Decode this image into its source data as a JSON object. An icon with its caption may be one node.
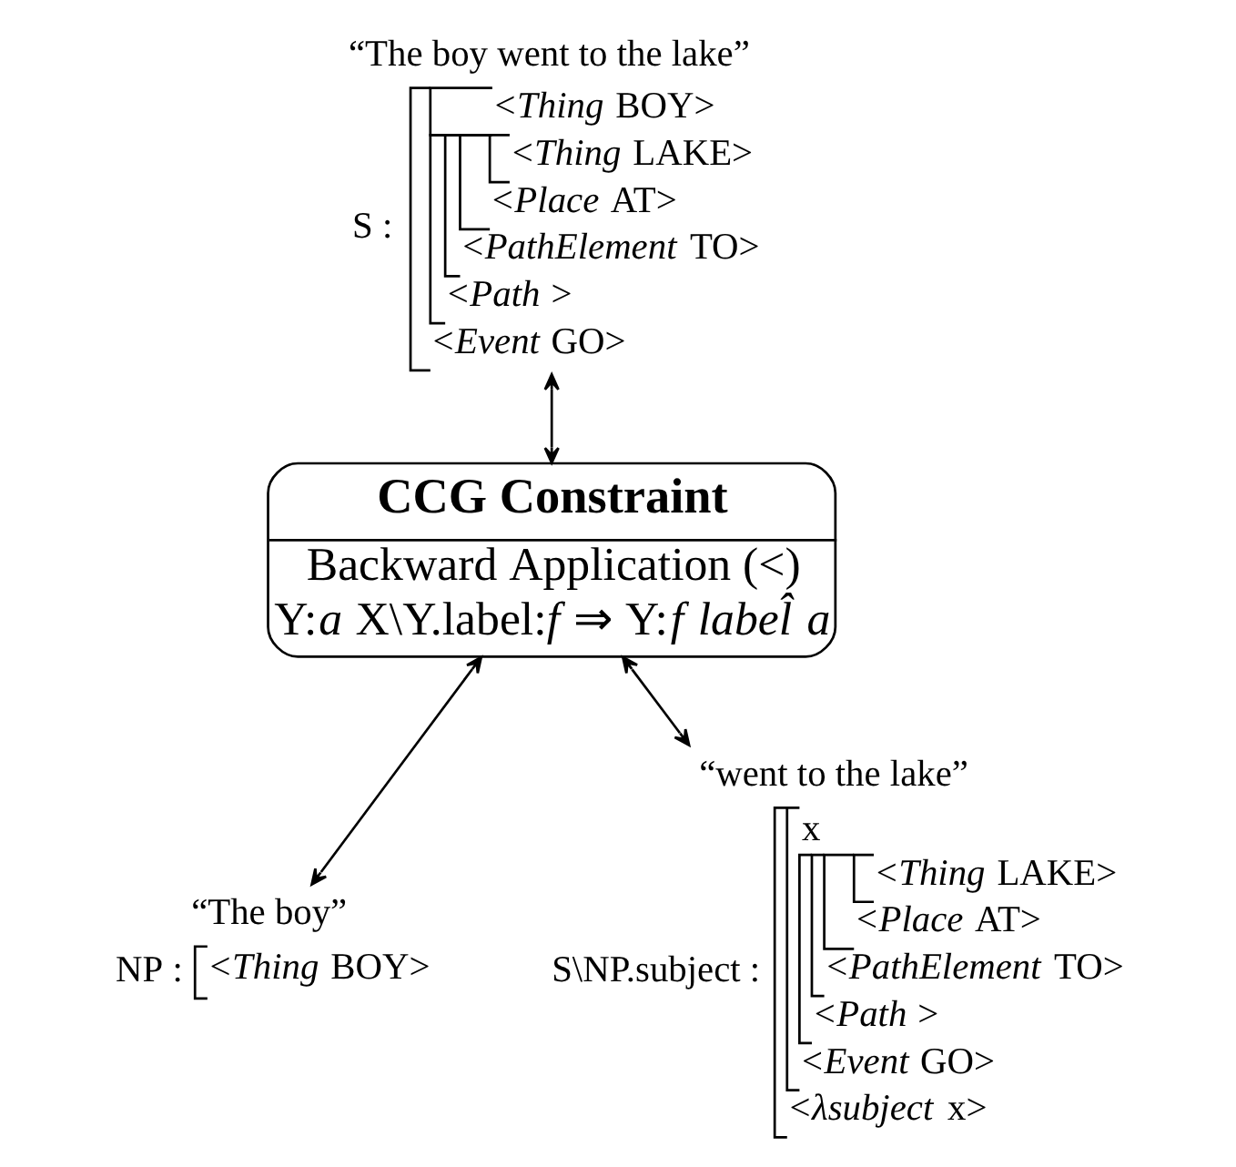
{
  "diagram": {
    "nodes": [
      {
        "text": [
          "“The boy went to the lake”",
          "S :",
          "<*Thing* BOY>",
          "<*Thing* LAKE>",
          "<*Place* AT>",
          "<*PathElement* TO>",
          "<*Path* >",
          "<*Event* GO>"
        ]
      },
      {
        "text": [
          "CCG Constraint",
          "Backward Application (<)",
          "Y:*a* X\\Y.label:*f* ⇒ Y:*f* *label̂* *a*"
        ]
      },
      {
        "text": [
          "“The boy”",
          "NP :",
          "<*Thing* BOY>"
        ]
      },
      {
        "text": [
          "“went to the lake”",
          "S\\NP.subject :",
          "x",
          "<*Thing* LAKE>",
          "<*Place* AT>",
          "<*PathElement* TO>",
          "<*Path* >",
          "<*Event* GO>",
          "<*λsubject* x>"
        ]
      }
    ],
    "edges": [
      {
        "from": 0,
        "to": 1,
        "arrow": "both"
      },
      {
        "from": 1,
        "to": 2,
        "arrow": "both"
      },
      {
        "from": 1,
        "to": 3,
        "arrow": "both"
      }
    ]
  }
}
